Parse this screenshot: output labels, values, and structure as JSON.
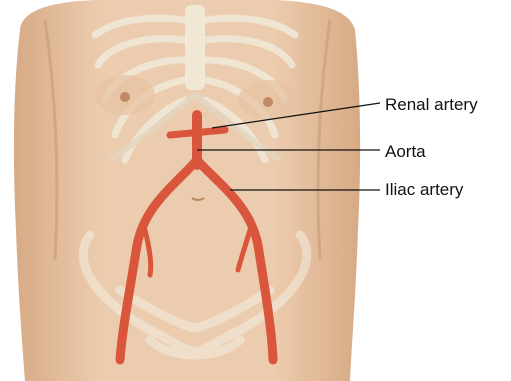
{
  "labels": {
    "renal_artery": "Renal artery",
    "aorta": "Aorta",
    "iliac_artery": "Iliac artery"
  },
  "colors": {
    "background": "#ffffff",
    "skin": "#e9c7a7",
    "skin_shadow": "#d9ad88",
    "bone": "#eee6d6",
    "artery": "#d9553b",
    "artery_dark": "#b8402a",
    "leader_line": "#111111"
  },
  "icons": []
}
